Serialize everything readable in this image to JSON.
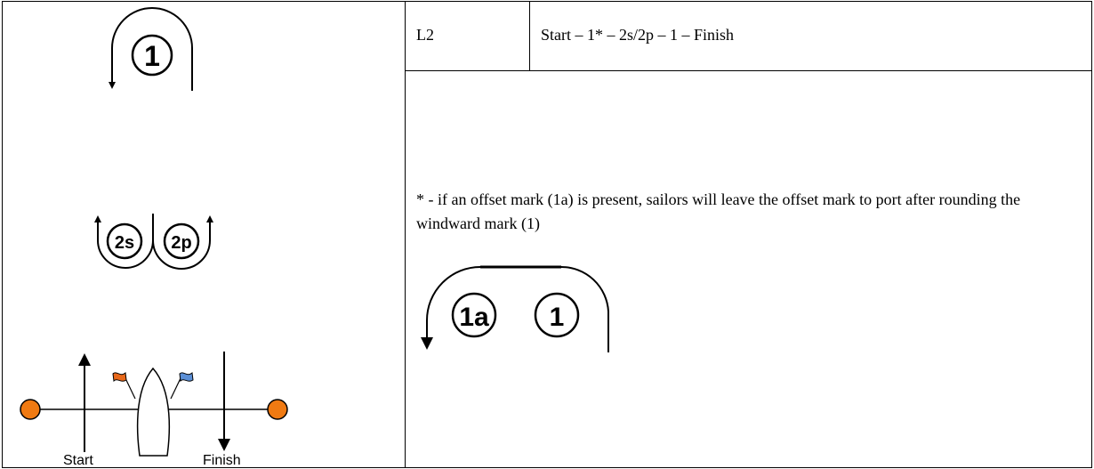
{
  "course": {
    "code": "L2",
    "sequence": "Start – 1* – 2s/2p – 1 – Finish",
    "footnote": "* - if an offset mark (1a) is present, sailors will leave the offset mark to port after rounding the windward mark (1)"
  },
  "marks": {
    "windward": "1",
    "offset": "1a",
    "gate_starboard": "2s",
    "gate_port": "2p"
  },
  "start_line": {
    "start_label": "Start",
    "finish_label": "Finish",
    "left_flag_color": "#e8681a",
    "right_flag_color": "#5b8fd6",
    "buoy_color": "#f07a12"
  }
}
